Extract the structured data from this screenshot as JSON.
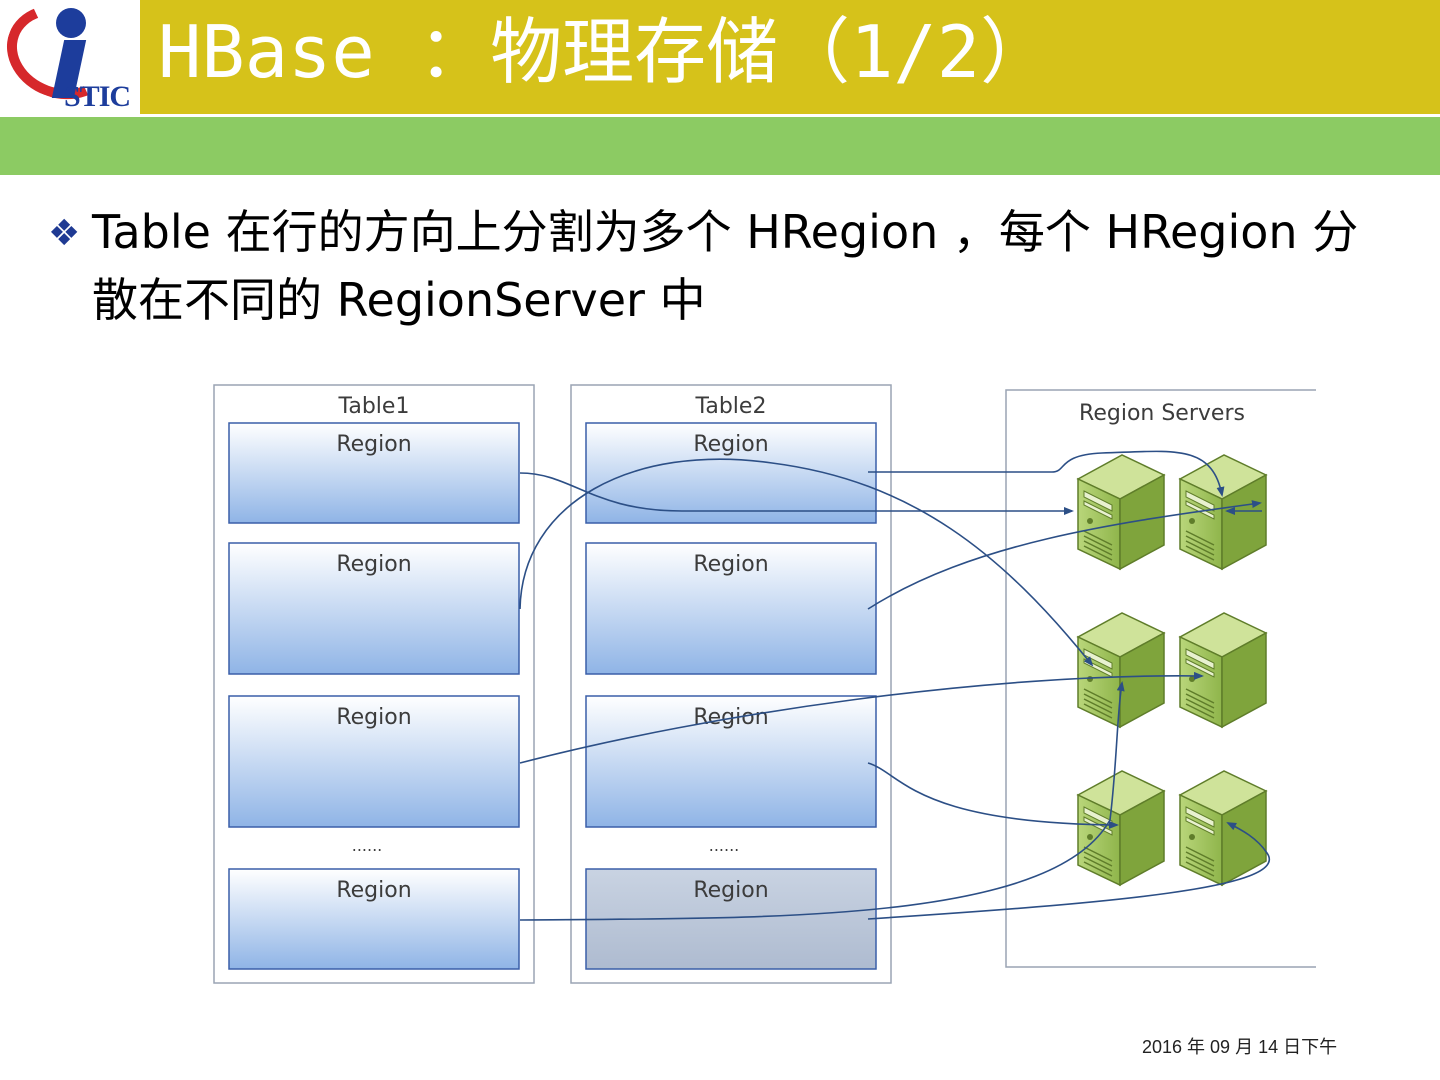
{
  "header": {
    "title": "HBase ：物理存储（1/2）",
    "logo_text": "STIC"
  },
  "bullet": {
    "icon": "diamond-bullet-icon",
    "text": "Table  在行的方向上分割为多个 HRegion ，每个 HRegion 分散在不同的 RegionServer 中"
  },
  "diagram": {
    "tables": [
      {
        "title": "Table1",
        "regions": [
          "Region",
          "Region",
          "Region",
          "Region"
        ],
        "ellipsis": "......"
      },
      {
        "title": "Table2",
        "regions": [
          "Region",
          "Region",
          "Region",
          "Region"
        ],
        "ellipsis": "......"
      }
    ],
    "region_servers_title": "Region Servers",
    "server_icon": "server-tower-icon",
    "colors": {
      "region_fill_top": "#ffffff",
      "region_fill_bottom": "#8fb4e6",
      "region_border": "#3a5fa8",
      "server_green": "#9cc25a",
      "arrow": "#2c4f86"
    }
  },
  "footer": {
    "date": "2016 年 09 月 14 日下午"
  }
}
